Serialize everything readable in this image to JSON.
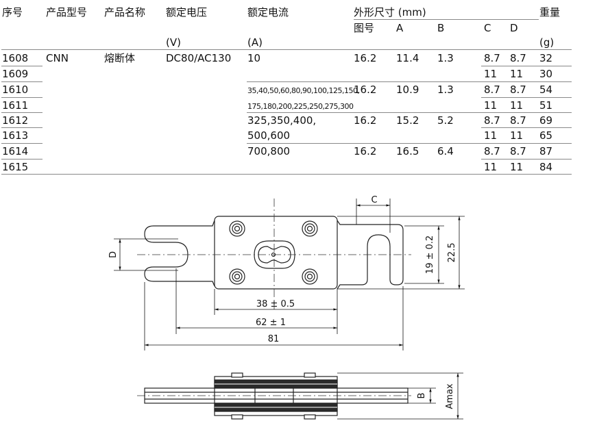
{
  "headers": {
    "seq": "序号",
    "model": "产品型号",
    "name": "产品名称",
    "voltage": "额定电压",
    "voltage_unit": "(V)",
    "current": "额定电流",
    "current_unit": "(A)",
    "dims": "外形尺寸 (mm)",
    "fig": "图号",
    "a": "A",
    "b": "B",
    "c": "C",
    "d": "D",
    "weight": "重量",
    "weight_unit": "(g)"
  },
  "product": {
    "model": "CNN",
    "name": "熔断体",
    "voltage": "DC80/AC130"
  },
  "rows": [
    {
      "seq": "1608",
      "c": "8.7",
      "d": "8.7",
      "w": "32"
    },
    {
      "seq": "1609",
      "c": "11",
      "d": "11",
      "w": "30"
    },
    {
      "seq": "1610",
      "c": "8.7",
      "d": "8.7",
      "w": "54"
    },
    {
      "seq": "1611",
      "c": "11",
      "d": "11",
      "w": "51"
    },
    {
      "seq": "1612",
      "c": "8.7",
      "d": "8.7",
      "w": "69"
    },
    {
      "seq": "1613",
      "c": "11",
      "d": "11",
      "w": "65"
    },
    {
      "seq": "1614",
      "c": "8.7",
      "d": "8.7",
      "w": "87"
    },
    {
      "seq": "1615",
      "c": "11",
      "d": "11",
      "w": "84"
    }
  ],
  "groups": [
    {
      "current": [
        "10"
      ],
      "fig": "16.2",
      "a": "11.4",
      "b": "1.3"
    },
    {
      "current": [
        "35,40,50,60,80,90,100,125,150,",
        "175,180,200,225,250,275,300"
      ],
      "fig": "16.2",
      "a": "10.9",
      "b": "1.3"
    },
    {
      "current": [
        "325,350,400,",
        "500,600"
      ],
      "fig": "16.2",
      "a": "15.2",
      "b": "5.2"
    },
    {
      "current": [
        "700,800"
      ],
      "fig": "16.2",
      "a": "16.5",
      "b": "6.4"
    }
  ],
  "drawing": {
    "dim_c": "C",
    "dim_d": "D",
    "dim_19": "19 ± 0.2",
    "dim_225": "22.5",
    "dim_38": "38 ± 0.5",
    "dim_62": "62 ± 1",
    "dim_81": "81",
    "dim_b": "B",
    "dim_amax": "Amax"
  }
}
